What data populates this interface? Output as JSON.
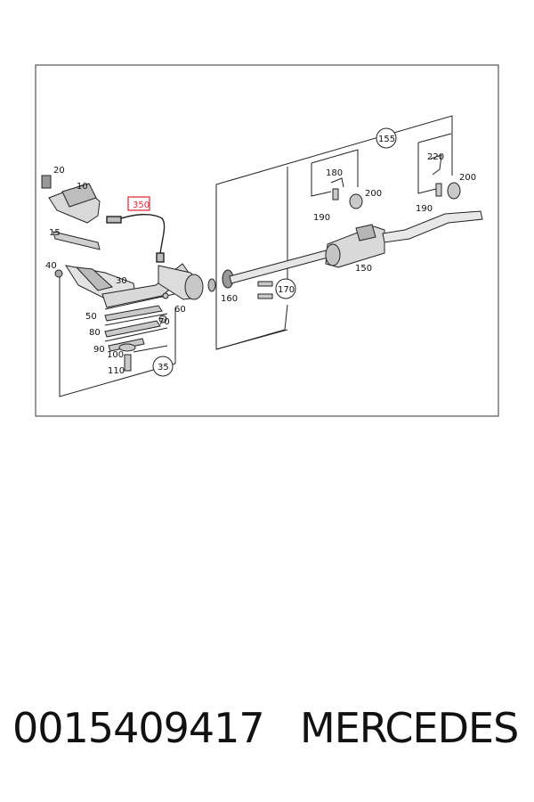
{
  "diagram": {
    "callouts": {
      "c10": "10",
      "c15": "15",
      "c20": "20",
      "c30": "30",
      "c35": "35",
      "c40": "40",
      "c50": "50",
      "c60": "60",
      "c70": "70",
      "c80": "80",
      "c90": "90",
      "c100": "100",
      "c110": "110",
      "c150": "150",
      "c155": "155",
      "c160": "160",
      "c170": "170",
      "c180": "180",
      "c190a": "190",
      "c190b": "190",
      "c200a": "200",
      "c200b": "200",
      "c220": "220",
      "c350": "350"
    },
    "highlight_color": "#e0303a"
  },
  "footer": {
    "part_number": "0015409417",
    "brand": "MERCEDES"
  }
}
